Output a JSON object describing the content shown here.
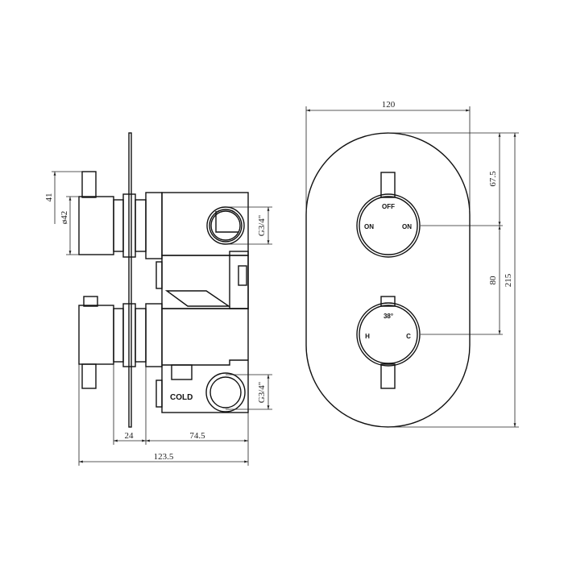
{
  "side_view": {
    "outlet_top_label": "G3/4\"",
    "outlet_bottom_label": "G3/4\"",
    "cold_label": "COLD",
    "dim_handle_height": "41",
    "dim_knob_diameter": "ø42",
    "dim_knob_depth": "24",
    "dim_body_depth": "74.5",
    "dim_total_depth": "123.5"
  },
  "front_view": {
    "dim_width": "120",
    "dim_top_to_upper": "67.5",
    "dim_between_knobs": "80",
    "dim_total_height": "215",
    "upper_knob": {
      "top": "OFF",
      "left": "ON",
      "right": "ON"
    },
    "lower_knob": {
      "top": "38°",
      "left": "H",
      "right": "C"
    }
  }
}
